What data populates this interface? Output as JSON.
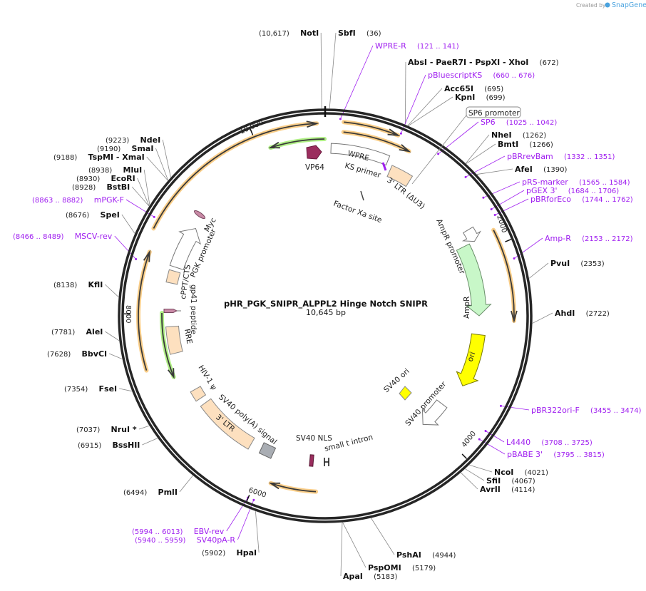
{
  "credit": {
    "prefix": "Created by",
    "brand": "SnapGene"
  },
  "plasmid": {
    "name": "pHR_PGK_SNIPR_ALPPL2 Hinge Notch SNIPR",
    "length_label": "10,645 bp",
    "length_bp": 10645
  },
  "ticks": [
    {
      "bp": 10000,
      "label": "10,000"
    },
    {
      "bp": 2000,
      "label": "2000"
    },
    {
      "bp": 4000,
      "label": "4000"
    },
    {
      "bp": 6000,
      "label": "6000"
    },
    {
      "bp": 8000,
      "label": "8000"
    }
  ],
  "enzymes": [
    {
      "name": "NotI",
      "pos": "(10,617)",
      "bp": 10617
    },
    {
      "name": "SbfI",
      "pos": "(36)",
      "bp": 36
    },
    {
      "name": "AbsI  - PaeR7I  - PspXI  - XhoI",
      "pos": "(672)",
      "bp": 672
    },
    {
      "name": "Acc65I",
      "pos": "(695)",
      "bp": 695
    },
    {
      "name": "KpnI",
      "pos": "(699)",
      "bp": 699
    },
    {
      "name": "NheI",
      "pos": "(1262)",
      "bp": 1262
    },
    {
      "name": "BmtI",
      "pos": "(1266)",
      "bp": 1266
    },
    {
      "name": "AfeI",
      "pos": "(1390)",
      "bp": 1390
    },
    {
      "name": "PvuI",
      "pos": "(2353)",
      "bp": 2353
    },
    {
      "name": "AhdI",
      "pos": "(2722)",
      "bp": 2722
    },
    {
      "name": "NcoI",
      "pos": "(4021)",
      "bp": 4021
    },
    {
      "name": "SfiI",
      "pos": "(4067)",
      "bp": 4067
    },
    {
      "name": "AvrII",
      "pos": "(4114)",
      "bp": 4114
    },
    {
      "name": "PshAI",
      "pos": "(4944)",
      "bp": 4944
    },
    {
      "name": "PspOMI",
      "pos": "(5179)",
      "bp": 5179
    },
    {
      "name": "ApaI",
      "pos": "(5183)",
      "bp": 5183
    },
    {
      "name": "HpaI",
      "pos": "(5902)",
      "bp": 5902
    },
    {
      "name": "PmlI",
      "pos": "(6494)",
      "bp": 6494
    },
    {
      "name": "BssHII",
      "pos": "(6915)",
      "bp": 6915
    },
    {
      "name": "NruI *",
      "pos": "(7037)",
      "bp": 7037
    },
    {
      "name": "FseI",
      "pos": "(7354)",
      "bp": 7354
    },
    {
      "name": "BbvCI",
      "pos": "(7628)",
      "bp": 7628
    },
    {
      "name": "AleI",
      "pos": "(7781)",
      "bp": 7781
    },
    {
      "name": "KflI",
      "pos": "(8138)",
      "bp": 8138
    },
    {
      "name": "SpeI",
      "pos": "(8676)",
      "bp": 8676
    },
    {
      "name": "BstBI",
      "pos": "(8928)",
      "bp": 8928
    },
    {
      "name": "EcoRI",
      "pos": "(8930)",
      "bp": 8930
    },
    {
      "name": "MluI",
      "pos": "(8938)",
      "bp": 8938
    },
    {
      "name": "TspMI  - XmaI",
      "pos": "(9188)",
      "bp": 9188
    },
    {
      "name": "SmaI",
      "pos": "(9190)",
      "bp": 9190
    },
    {
      "name": "NdeI",
      "pos": "(9223)",
      "bp": 9223
    }
  ],
  "primers": [
    {
      "name": "WPRE-R",
      "range": "(121 .. 141)",
      "bp": 131
    },
    {
      "name": "pBluescriptKS",
      "range": "(660 .. 676)",
      "bp": 668
    },
    {
      "name": "SP6",
      "range": "(1025 .. 1042)",
      "bp": 1033
    },
    {
      "name": "pBRrevBam",
      "range": "(1332 .. 1351)",
      "bp": 1341
    },
    {
      "name": "pRS-marker",
      "range": "(1565 .. 1584)",
      "bp": 1574
    },
    {
      "name": "pGEX 3'",
      "range": "(1684 .. 1706)",
      "bp": 1695
    },
    {
      "name": "pBRforEco",
      "range": "(1744 .. 1762)",
      "bp": 1753
    },
    {
      "name": "Amp-R",
      "range": "(2153 .. 2172)",
      "bp": 2162
    },
    {
      "name": "pBR322ori-F",
      "range": "(3455 .. 3474)",
      "bp": 3464
    },
    {
      "name": "L4440",
      "range": "(3708 .. 3725)",
      "bp": 3716
    },
    {
      "name": "pBABE 3'",
      "range": "(3795 .. 3815)",
      "bp": 3805
    },
    {
      "name": "EBV-rev",
      "range": "(5994 .. 6013)",
      "bp": 6003
    },
    {
      "name": "SV40pA-R",
      "range": "(5940 .. 5959)",
      "bp": 5949
    },
    {
      "name": "MSCV-rev",
      "range": "(8466 .. 8489)",
      "bp": 8477
    },
    {
      "name": "mPGK-F",
      "range": "(8863 .. 8882)",
      "bp": 8872
    }
  ],
  "sp6_promoter_label": "SP6 promoter",
  "features": {
    "vp64": "VP64",
    "wpre": "WPRE",
    "ks_primer": "KS primer",
    "ltr3_du3": "3' LTR (ΔU3)",
    "factor_xa": "Factor Xa site",
    "ampr_promoter": "AmpR promoter",
    "ampr": "AmpR",
    "ori": "ori",
    "sv40_ori": "SV40 ori",
    "sv40_promoter": "SV40 promoter",
    "sv40_nls": "SV40 NLS",
    "small_t_intron": "small t intron",
    "sv40_polya": "SV40 poly(A) signal",
    "ltr3": "3' LTR",
    "hiv_psi": "HIV-1 ψ",
    "rre": "RRE",
    "gp41": "gp41 peptide",
    "cppt": "cPPT/CTS",
    "pgk_promoter": "PGK promoter",
    "myc": "Myc"
  },
  "colors": {
    "ring": "#262626",
    "primer": "#a020f0",
    "orf_halo": "#f9c97c",
    "green_halo": "#a8ee7a",
    "ampr": "#c8f7c8",
    "ori": "#ffff00",
    "ltr": "#fde0bf",
    "tag": "#c98aa6",
    "vp64": "#9b2d5e"
  }
}
